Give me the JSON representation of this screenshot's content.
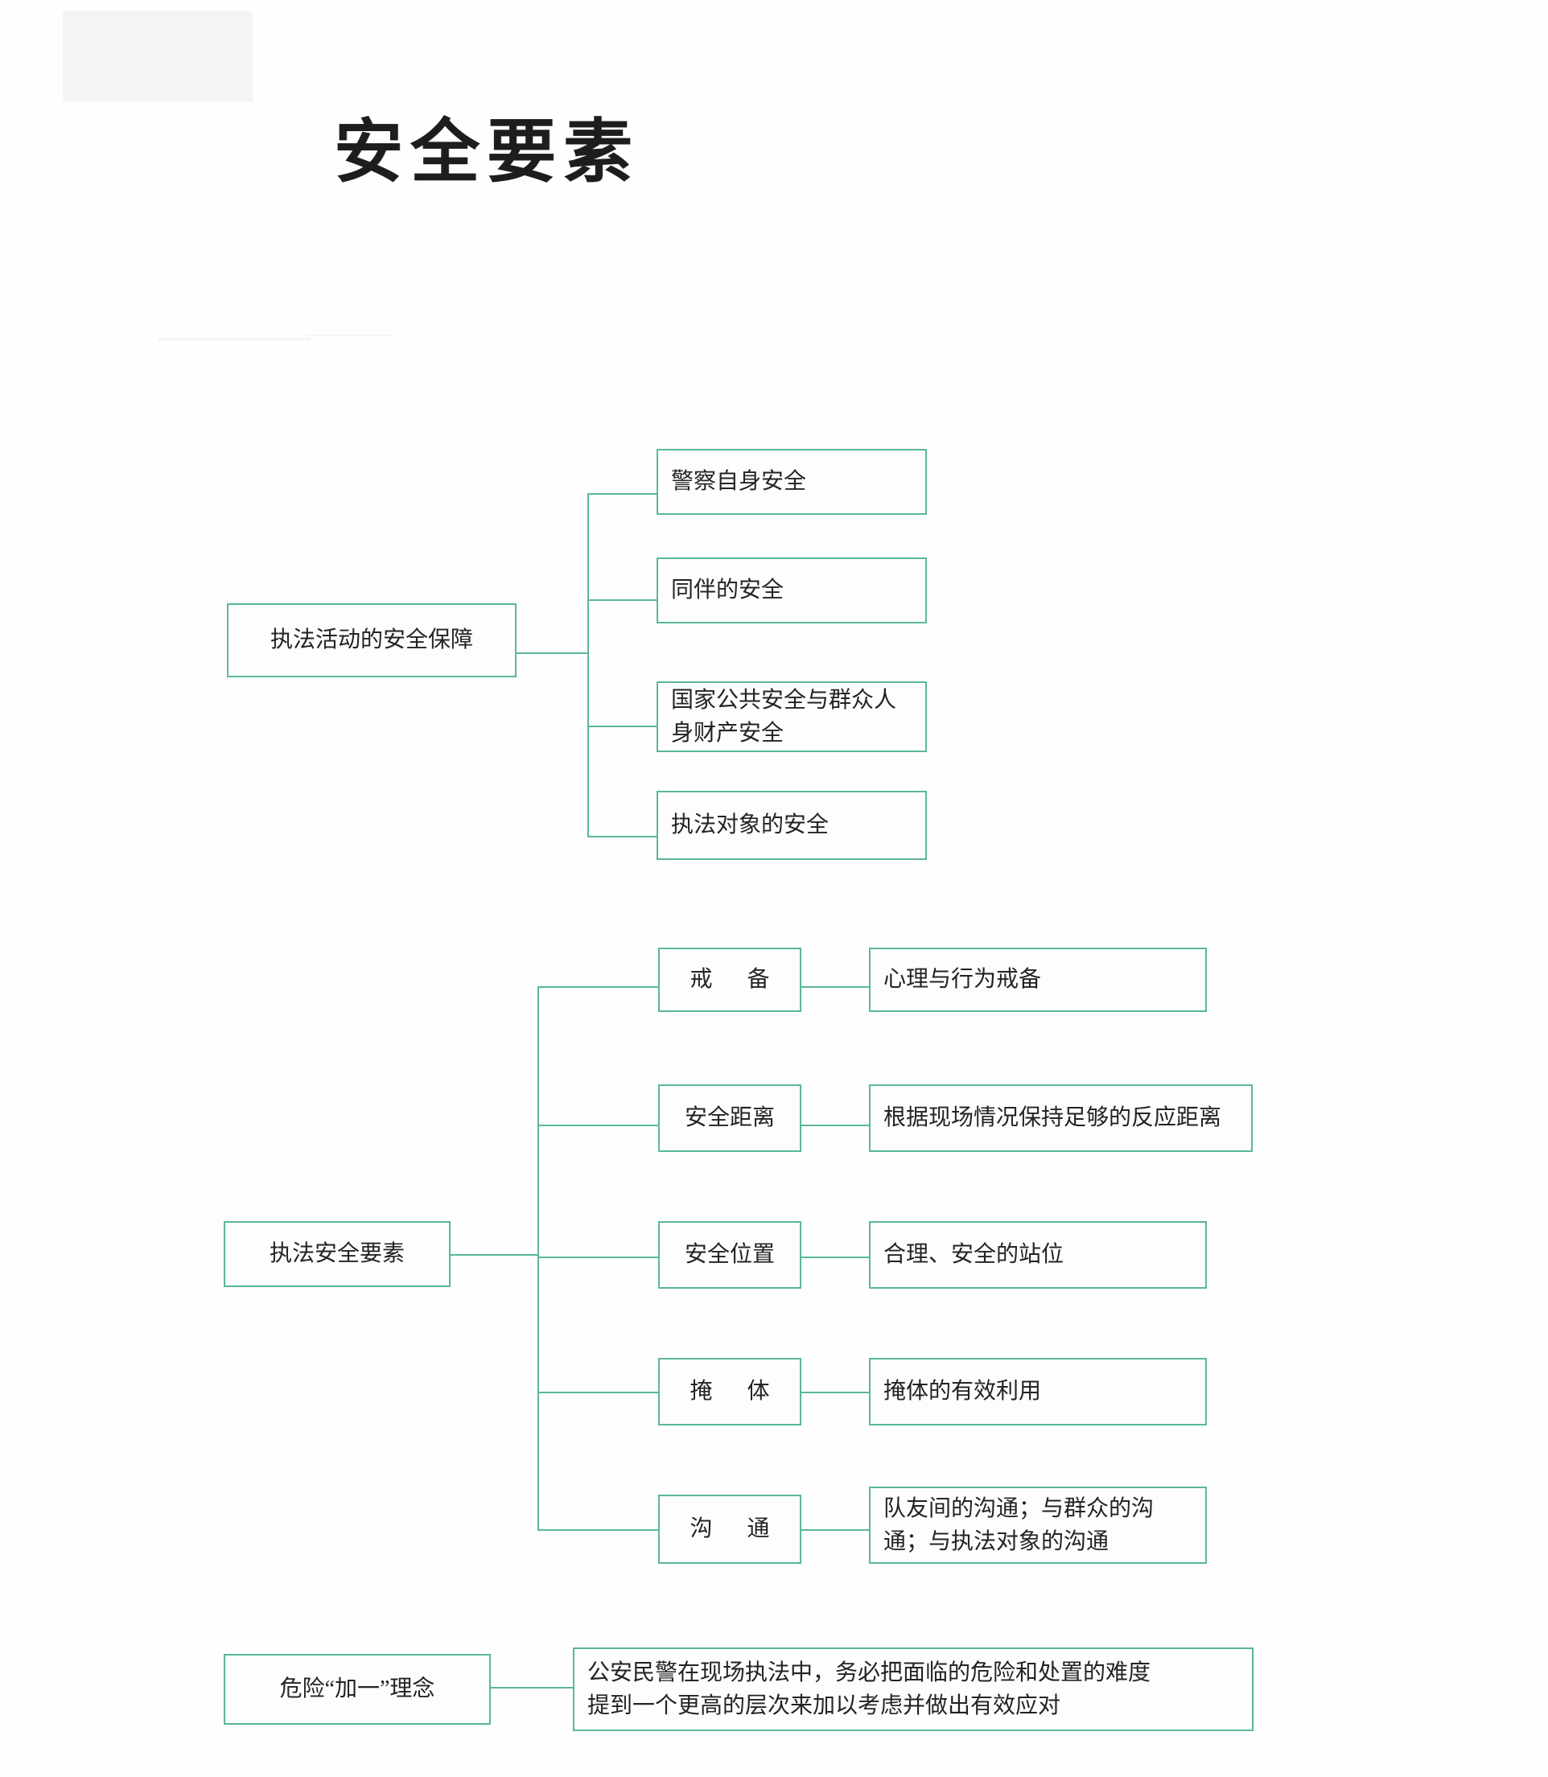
{
  "document": {
    "title": "安全要素",
    "accent_color": "#5ab79a",
    "text_color": "#232323",
    "background_color": "#ffffff"
  },
  "diagrams": [
    {
      "id": "law-enforcement-safety-guarantee",
      "root": "执法活动的安全保障",
      "children": [
        {
          "label": "警察自身安全"
        },
        {
          "label": "同伴的安全"
        },
        {
          "label": "国家公共安全与群众人\n身财产安全"
        },
        {
          "label": "执法对象的安全"
        }
      ]
    },
    {
      "id": "law-enforcement-safety-elements",
      "root": "执法安全要素",
      "children": [
        {
          "label": "戒 备",
          "detail": "心理与行为戒备"
        },
        {
          "label": "安全距离",
          "detail": "根据现场情况保持足够的反应距离"
        },
        {
          "label": "安全位置",
          "detail": "合理、安全的站位"
        },
        {
          "label": "掩 体",
          "detail": "掩体的有效利用"
        },
        {
          "label": "沟 通",
          "detail": "队友间的沟通；与群众的沟\n通；与执法对象的沟通"
        }
      ]
    },
    {
      "id": "danger-plus-one-concept",
      "root": "危险“加一”理念",
      "children": [
        {
          "label": "公安民警在现场执法中，务必把面临的危险和处置的难度\n提到一个更高的层次来加以考虑并做出有效应对"
        }
      ]
    }
  ]
}
